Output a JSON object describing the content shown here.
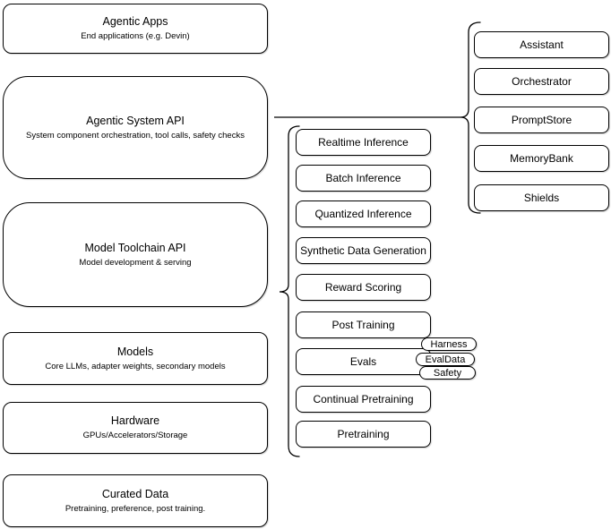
{
  "diagram": {
    "colors": {
      "stroke": "#000000",
      "fill": "#ffffff",
      "background": "#ffffff",
      "text": "#000000"
    },
    "left_stack": [
      {
        "title": "Agentic Apps",
        "subtitle": "End applications (e.g. Devin)"
      },
      {
        "title": "Agentic System API",
        "subtitle": "System component orchestration, tool calls, safety checks"
      },
      {
        "title": "Model Toolchain API",
        "subtitle": "Model development & serving"
      },
      {
        "title": "Models",
        "subtitle": "Core LLMs, adapter weights, secondary models"
      },
      {
        "title": "Hardware",
        "subtitle": "GPUs/Accelerators/Storage"
      },
      {
        "title": "Curated Data",
        "subtitle": "Pretraining, preference, post training."
      }
    ],
    "toolchain_group": {
      "items": [
        "Realtime Inference",
        "Batch Inference",
        "Quantized Inference",
        "Synthetic Data Generation",
        "Reward Scoring",
        "Post Training",
        "Evals",
        "Continual Pretraining",
        "Pretraining"
      ],
      "evals_tags": [
        "Harness",
        "EvalData",
        "Safety"
      ]
    },
    "system_group": {
      "items": [
        "Assistant",
        "Orchestrator",
        "PromptStore",
        "MemoryBank",
        "Shields"
      ]
    }
  }
}
